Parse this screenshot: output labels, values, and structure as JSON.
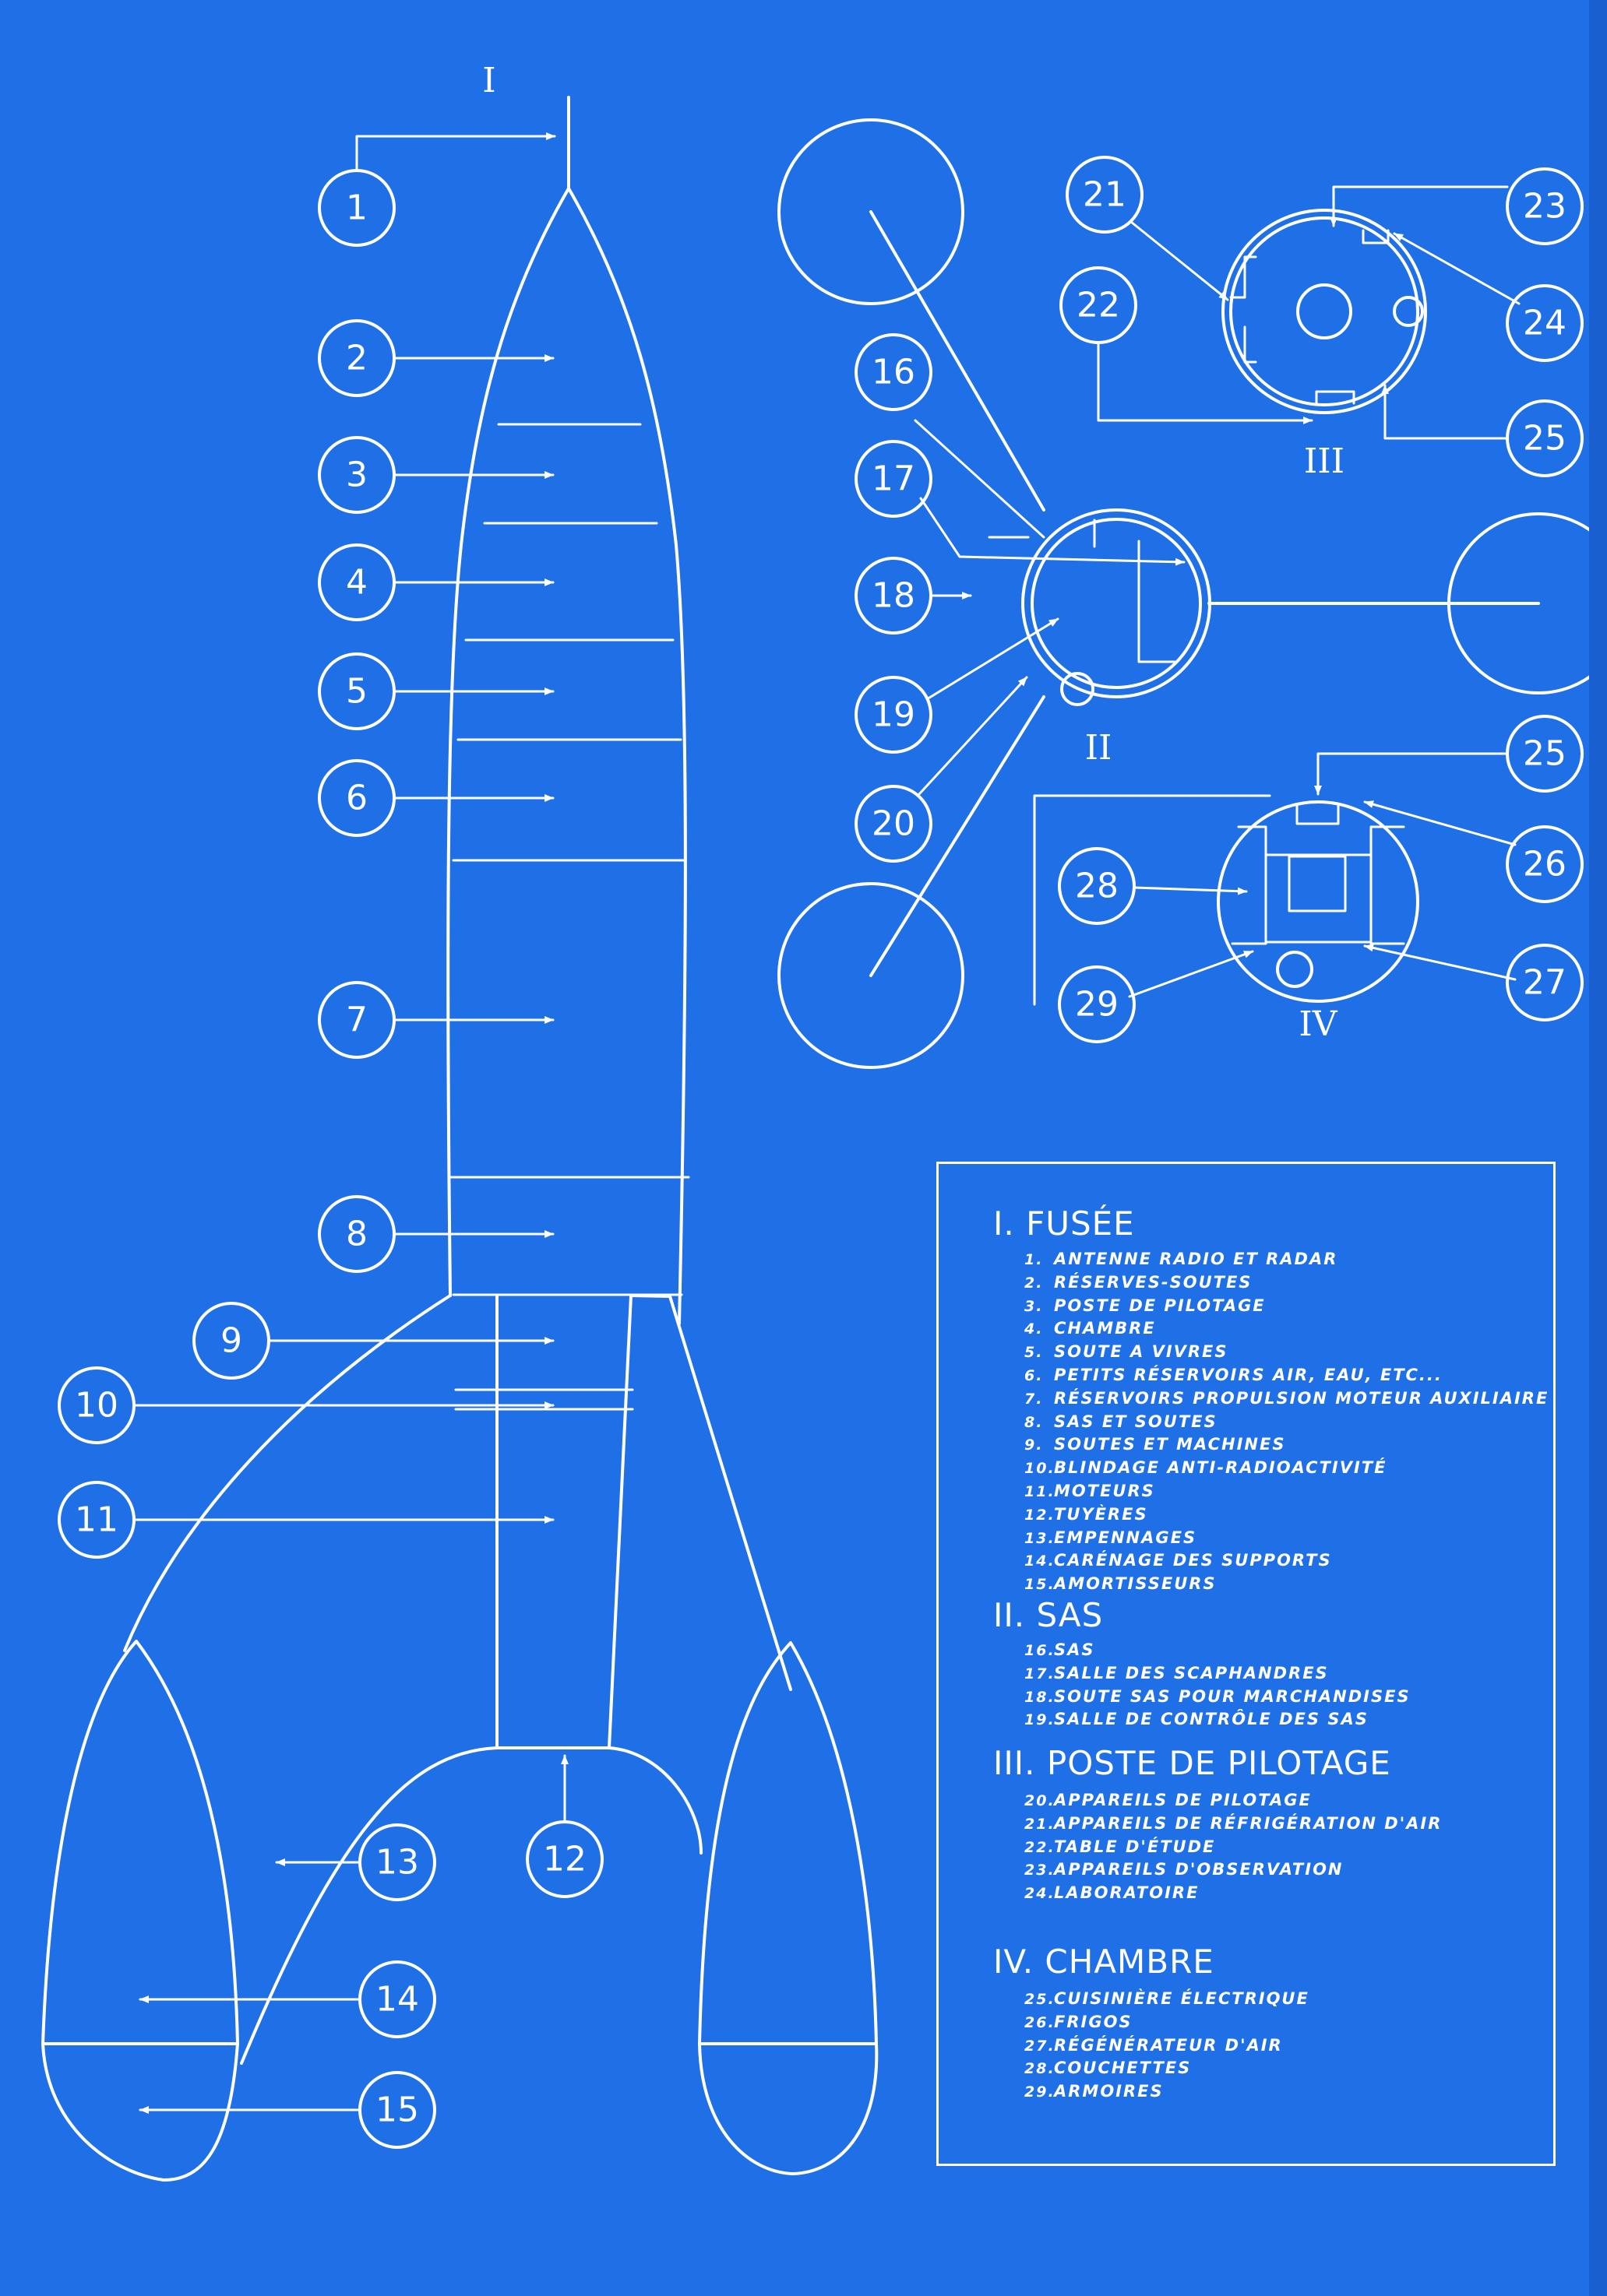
{
  "colors": {
    "background": "#1f6fe6",
    "ink": "#ffffff"
  },
  "views": {
    "rocket": "I",
    "sas": "II",
    "cockpit": "III",
    "bedroom": "IV"
  },
  "callouts": [
    "1",
    "2",
    "3",
    "4",
    "5",
    "6",
    "7",
    "8",
    "9",
    "10",
    "11",
    "12",
    "13",
    "14",
    "15",
    "16",
    "17",
    "18",
    "19",
    "20",
    "21",
    "22",
    "23",
    "24",
    "25",
    "26",
    "27",
    "28",
    "29"
  ],
  "legend": {
    "sections": [
      {
        "title": "I. FUSÉE",
        "items": [
          {
            "n": "1.",
            "label": "ANTENNE RADIO ET RADAR"
          },
          {
            "n": "2.",
            "label": "RÉSERVES-SOUTES"
          },
          {
            "n": "3.",
            "label": "POSTE DE PILOTAGE"
          },
          {
            "n": "4.",
            "label": "CHAMBRE"
          },
          {
            "n": "5.",
            "label": "SOUTE A VIVRES"
          },
          {
            "n": "6.",
            "label": "PETITS RÉSERVOIRS AIR, EAU, ETC..."
          },
          {
            "n": "7.",
            "label": "RÉSERVOIRS PROPULSION MOTEUR AUXILIAIRE"
          },
          {
            "n": "8.",
            "label": "SAS ET SOUTES"
          },
          {
            "n": "9.",
            "label": "SOUTES ET MACHINES"
          },
          {
            "n": "10.",
            "label": "BLINDAGE ANTI-RADIOACTIVITÉ"
          },
          {
            "n": "11.",
            "label": "MOTEURS"
          },
          {
            "n": "12.",
            "label": "TUYÈRES"
          },
          {
            "n": "13.",
            "label": "EMPENNAGES"
          },
          {
            "n": "14.",
            "label": "CARÉNAGE DES SUPPORTS"
          },
          {
            "n": "15.",
            "label": "AMORTISSEURS"
          }
        ]
      },
      {
        "title": "II. SAS",
        "items": [
          {
            "n": "16.",
            "label": "SAS"
          },
          {
            "n": "17.",
            "label": "SALLE DES SCAPHANDRES"
          },
          {
            "n": "18.",
            "label": "SOUTE SAS POUR MARCHANDISES"
          },
          {
            "n": "19.",
            "label": "SALLE DE CONTRÔLE DES SAS"
          }
        ]
      },
      {
        "title": "III. POSTE DE PILOTAGE",
        "items": [
          {
            "n": "20.",
            "label": "APPAREILS DE PILOTAGE"
          },
          {
            "n": "21.",
            "label": "APPAREILS DE RÉFRIGÉRATION D'AIR"
          },
          {
            "n": "22.",
            "label": "TABLE D'ÉTUDE"
          },
          {
            "n": "23.",
            "label": "APPAREILS D'OBSERVATION"
          },
          {
            "n": "24.",
            "label": "LABORATOIRE"
          }
        ]
      },
      {
        "title": "IV. CHAMBRE",
        "items": [
          {
            "n": "25.",
            "label": "CUISINIÈRE ÉLECTRIQUE"
          },
          {
            "n": "26.",
            "label": "FRIGOS"
          },
          {
            "n": "27.",
            "label": "RÉGÉNÉRATEUR D'AIR"
          },
          {
            "n": "28.",
            "label": "COUCHETTES"
          },
          {
            "n": "29.",
            "label": "ARMOIRES"
          }
        ]
      }
    ]
  }
}
